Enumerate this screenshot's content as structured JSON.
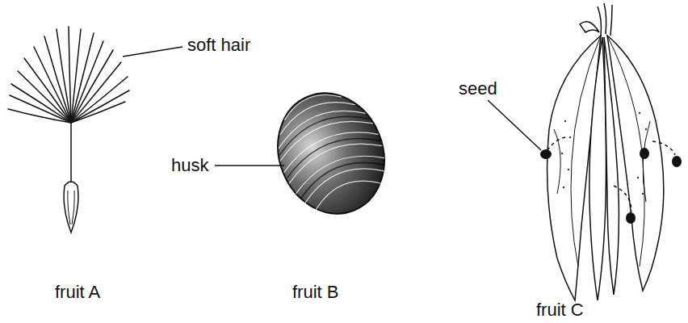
{
  "diagram": {
    "labels": [
      "soft hair",
      "husk",
      "seed",
      "fruit A",
      "fruit B",
      "fruit C"
    ]
  }
}
